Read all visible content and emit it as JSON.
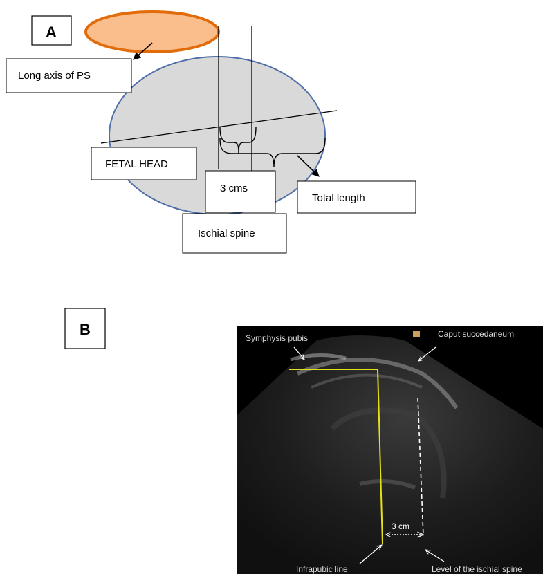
{
  "panel_a": {
    "label": "A",
    "long_axis_label": "Long axis of PS",
    "fetal_head_label": "FETAL HEAD",
    "distance_label": "3 cms",
    "total_length_label": "Total length",
    "ischial_spine_label": "Ischial spine",
    "colors": {
      "pubic_symphysis_fill": "#F9BE8C",
      "pubic_symphysis_stroke": "#E36C0A",
      "head_fill": "#D9D9D9",
      "head_stroke": "#4F6FA8"
    }
  },
  "panel_b": {
    "label": "B",
    "symphysis_label": "Symphysis pubis",
    "caput_label": "Caput succedaneum",
    "distance_label": "3 cm",
    "infrapubic_label": "Infrapubic line",
    "ischial_level_label": "Level of the ischial spine",
    "colors": {
      "infrapubic_line": "#E6E01A",
      "background": "#000000"
    }
  }
}
